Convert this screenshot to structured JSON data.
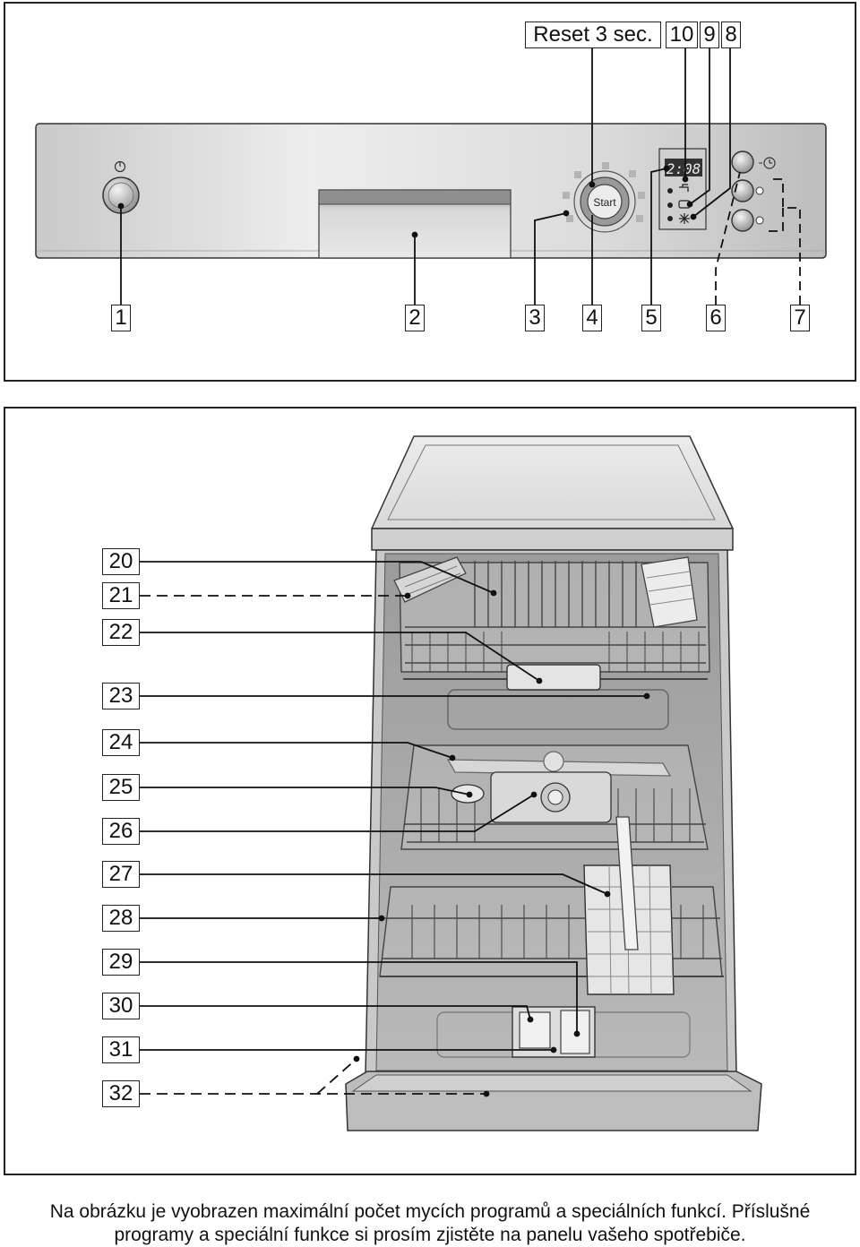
{
  "control_panel": {
    "reset_label": "Reset 3 sec.",
    "start_label": "Start",
    "display_value": "2:08",
    "callouts_top": [
      "10",
      "9",
      "8"
    ],
    "callouts_bottom": [
      "1",
      "2",
      "3",
      "4",
      "5",
      "6",
      "7"
    ]
  },
  "interior": {
    "callouts": [
      "20",
      "21",
      "22",
      "23",
      "24",
      "25",
      "26",
      "27",
      "28",
      "29",
      "30",
      "31",
      "32"
    ]
  },
  "caption": {
    "line1": "Na obrázku je vyobrazen maximální počet mycích programů a speciálních funkcí. Příslušné",
    "line2": "programy a speciální funkce si prosím zjistěte na panelu vašeho spotřebiče."
  }
}
